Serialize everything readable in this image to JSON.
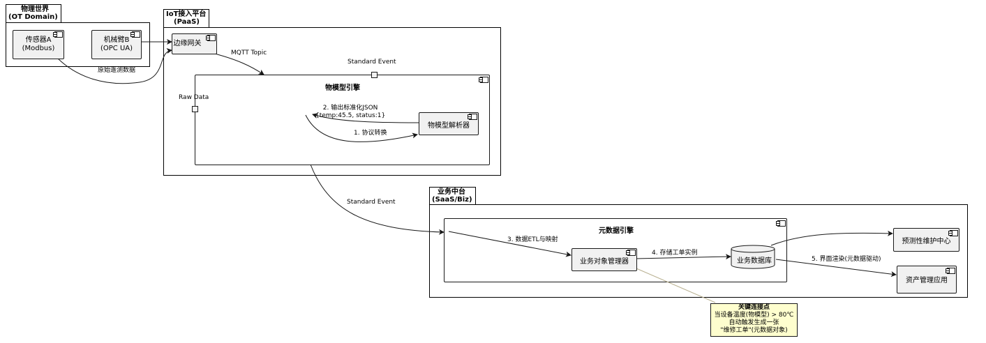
{
  "packages": {
    "physical": {
      "name": "物理世界",
      "sub": "(OT Domain)"
    },
    "iot": {
      "name": "IoT接入平台",
      "sub": "(PaaS)"
    },
    "biz": {
      "name": "业务中台",
      "sub": "(SaaS/Biz)"
    }
  },
  "components": {
    "sensor": {
      "line1": "传感器A",
      "line2": "(Modbus)"
    },
    "arm": {
      "line1": "机械臂B",
      "line2": "(OPC UA)"
    },
    "gateway": {
      "label": "边缘网关"
    },
    "model_engine": {
      "label": "物模型引擎"
    },
    "parser": {
      "label": "物模型解析器"
    },
    "meta_engine": {
      "label": "元数据引擎"
    },
    "obj_manager": {
      "label": "业务对象管理器"
    },
    "database": {
      "label": "业务数据库"
    },
    "predictive": {
      "label": "预测性维护中心"
    },
    "asset_app": {
      "label": "资产管理应用"
    }
  },
  "ports": {
    "raw_data": "Raw Data",
    "standard_event_top": "Standard Event"
  },
  "edges": {
    "raw_telemetry": "原始遥测数据",
    "mqtt": "MQTT Topic",
    "output_json_1": "2. 输出标准化JSON",
    "output_json_2": "{temp:45.5, status:1}",
    "protocol_convert": "1. 协议转换",
    "standard_event": "Standard Event",
    "etl": "3. 数据ETL与映射",
    "store": "4. 存储工单实例",
    "render": "5. 界面渲染(元数据驱动)"
  },
  "note": {
    "title": "关键连接点",
    "line1": "当设备温度(物模型) > 80℃",
    "line2": "自动触发生成一张",
    "line3": "\"维修工单\"(元数据对象)"
  },
  "colors": {
    "component_fill": "#f1f1f1",
    "note_fill": "#fefece",
    "line": "#181818"
  }
}
